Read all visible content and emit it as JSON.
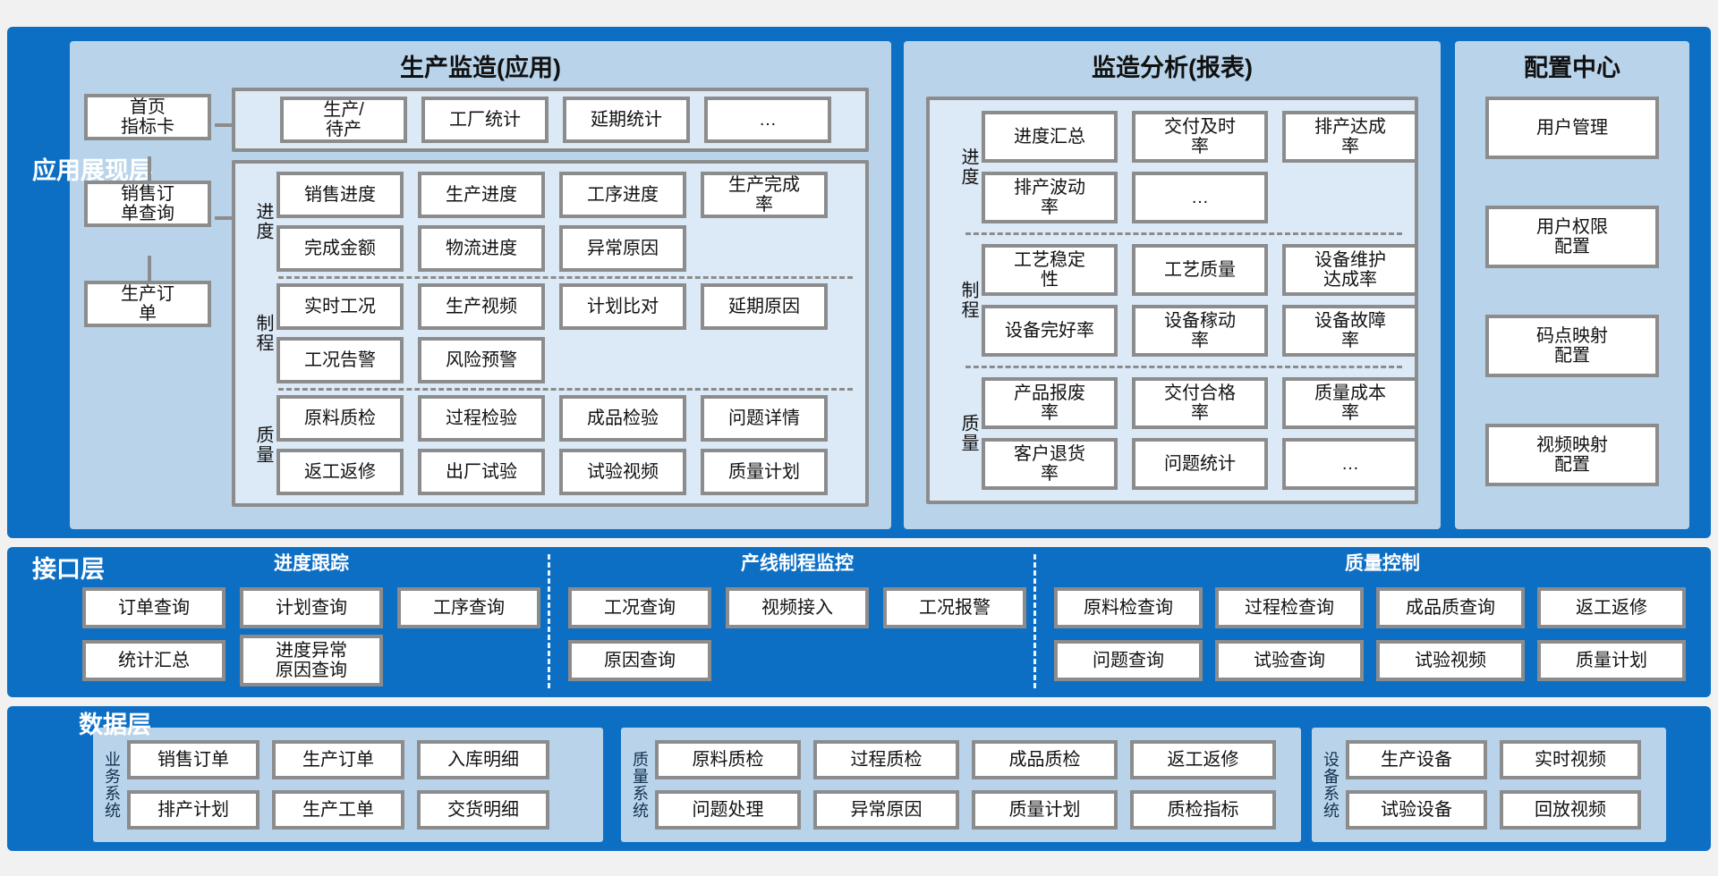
{
  "colors": {
    "main_blue": "#0d6fc4",
    "panel_light_blue": "#b9d4ea",
    "inner_container_blue": "#dce9f6",
    "box_border_gray": "#8c8c8c",
    "box_fill": "#ffffff",
    "page_background": "#f1f1f1"
  },
  "app": {
    "label": "应用展现层",
    "p1": {
      "title": "生产监造(应用)",
      "left": [
        "首页\n指标卡",
        "销售订\n单查询",
        "生产订\n单"
      ],
      "top": [
        "生产/\n待产",
        "工厂统计",
        "延期统计",
        "…"
      ],
      "sections": [
        {
          "label": "进度",
          "rows": [
            [
              "销售进度",
              "生产进度",
              "工序进度",
              "生产完成\n率"
            ],
            [
              "完成金额",
              "物流进度",
              "异常原因"
            ]
          ]
        },
        {
          "label": "制程",
          "rows": [
            [
              "实时工况",
              "生产视频",
              "计划比对",
              "延期原因"
            ],
            [
              "工况告警",
              "风险预警"
            ]
          ]
        },
        {
          "label": "质量",
          "rows": [
            [
              "原料质检",
              "过程检验",
              "成品检验",
              "问题详情"
            ],
            [
              "返工返修",
              "出厂试验",
              "试验视频",
              "质量计划"
            ]
          ]
        }
      ]
    },
    "p2": {
      "title": "监造分析(报表)",
      "sections": [
        {
          "label": "进度",
          "rows": [
            [
              "进度汇总",
              "交付及时\n率",
              "排产达成\n率"
            ],
            [
              "排产波动\n率",
              "…"
            ]
          ]
        },
        {
          "label": "制程",
          "rows": [
            [
              "工艺稳定\n性",
              "工艺质量",
              "设备维护\n达成率"
            ],
            [
              "设备完好率",
              "设备稼动\n率",
              "设备故障\n率"
            ]
          ]
        },
        {
          "label": "质量",
          "rows": [
            [
              "产品报废\n率",
              "交付合格\n率",
              "质量成本\n率"
            ],
            [
              "客户退货\n率",
              "问题统计",
              "…"
            ]
          ]
        }
      ]
    },
    "p3": {
      "title": "配置中心",
      "items": [
        "用户管理",
        "用户权限\n配置",
        "码点映射\n配置",
        "视频映射\n配置"
      ]
    }
  },
  "interface": {
    "label": "接口层",
    "groups": [
      {
        "title": "进度跟踪",
        "rows": [
          [
            "订单查询",
            "计划查询",
            "工序查询"
          ],
          [
            "统计汇总",
            "进度异常\n原因查询"
          ]
        ]
      },
      {
        "title": "产线制程监控",
        "rows": [
          [
            "工况查询",
            "视频接入",
            "工况报警"
          ],
          [
            "原因查询"
          ]
        ]
      },
      {
        "title": "质量控制",
        "rows": [
          [
            "原料检查询",
            "过程检查询",
            "成品质查询",
            "返工返修"
          ],
          [
            "问题查询",
            "试验查询",
            "试验视频",
            "质量计划"
          ]
        ]
      }
    ]
  },
  "data_layer": {
    "label": "数据层",
    "groups": [
      {
        "label": "业务系统",
        "rows": [
          [
            "销售订单",
            "生产订单",
            "入库明细"
          ],
          [
            "排产计划",
            "生产工单",
            "交货明细"
          ]
        ]
      },
      {
        "label": "质量系统",
        "rows": [
          [
            "原料质检",
            "过程质检",
            "成品质检",
            "返工返修"
          ],
          [
            "问题处理",
            "异常原因",
            "质量计划",
            "质检指标"
          ]
        ]
      },
      {
        "label": "设备系统",
        "rows": [
          [
            "生产设备",
            "实时视频"
          ],
          [
            "试验设备",
            "回放视频"
          ]
        ]
      }
    ]
  }
}
